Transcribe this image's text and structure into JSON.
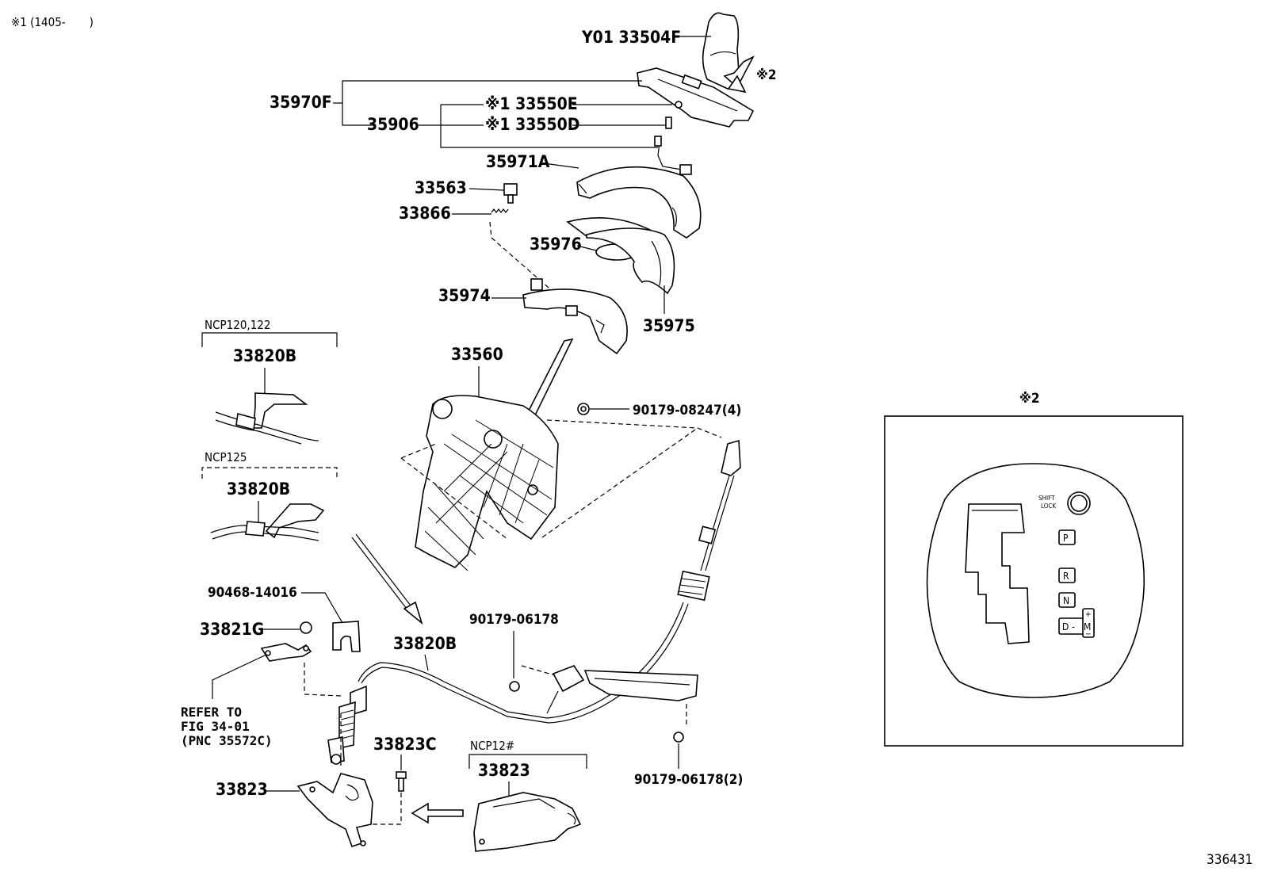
{
  "header_note": "※1 (1405-　　)",
  "figure_id": "336431",
  "labels": {
    "knob": "Y01 33504F",
    "ref2_arrow": "※2",
    "group_35970F": "35970F",
    "group_35906": "35906",
    "p33550E": "※1 33550E",
    "p33550D": "※1 33550D",
    "p35971A": "35971A",
    "p33563": "33563",
    "p33866": "33866",
    "p35976": "35976",
    "p35974": "35974",
    "p35975": "35975",
    "p33560": "33560",
    "p90179_08247": "90179-08247(4)",
    "p90468_14016": "90468-14016",
    "p33821G": "33821G",
    "p33820B_main": "33820B",
    "p90179_06178": "90179-06178",
    "p90179_06178_2": "90179-06178(2)",
    "p33823C": "33823C",
    "p33823_left": "33823",
    "p33823_ncp": "33823"
  },
  "refer_note": [
    "REFER TO",
    "FIG 34-01",
    "(PNC 35572C)"
  ],
  "variants": {
    "ncp120": {
      "title": "NCP120,122",
      "part": "33820B"
    },
    "ncp125": {
      "title": "NCP125",
      "part": "33820B"
    },
    "ncp12x": {
      "title": "NCP12#",
      "part": "33823"
    }
  },
  "detail2": {
    "title": "※2",
    "shift_lock": [
      "SHIFT",
      "LOCK"
    ],
    "positions": [
      "P",
      "R",
      "N",
      "D",
      "M"
    ],
    "plus": "+",
    "minus": "−",
    "dash": "-"
  }
}
